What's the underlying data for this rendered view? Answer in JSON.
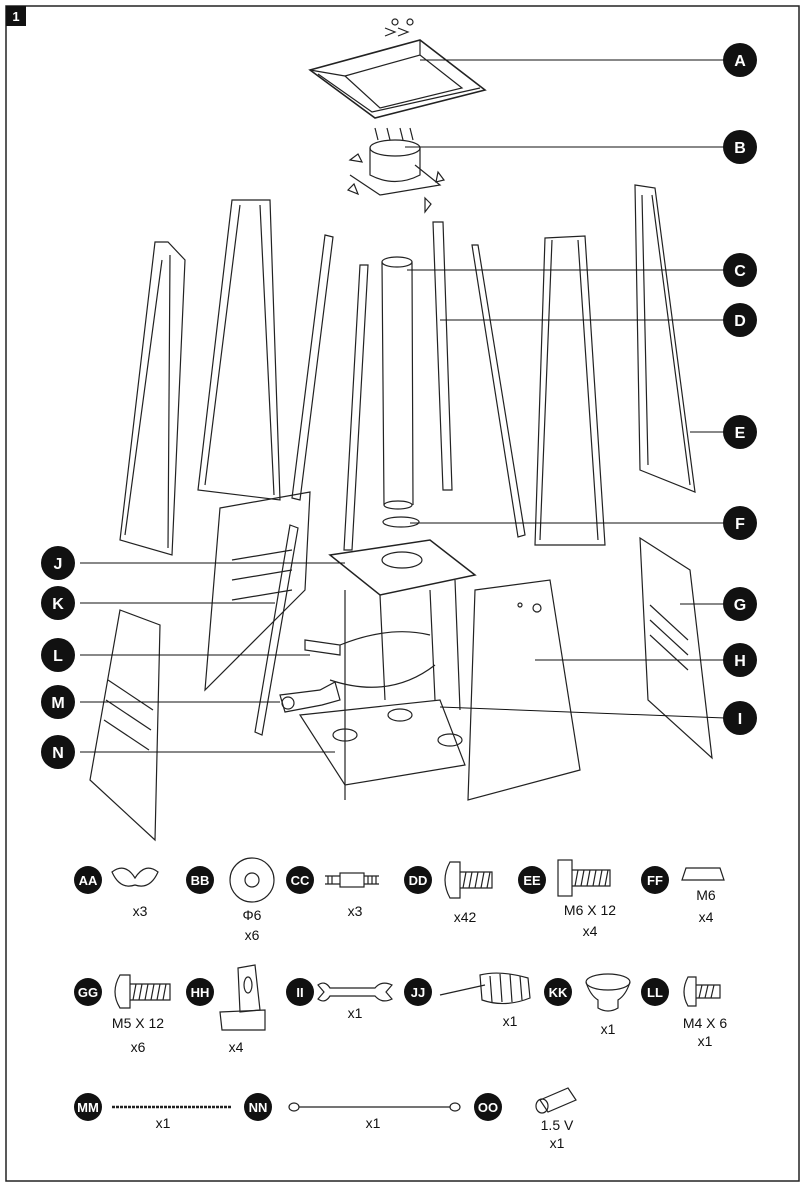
{
  "step_number": "1",
  "callouts": [
    {
      "id": "A"
    },
    {
      "id": "B"
    },
    {
      "id": "C"
    },
    {
      "id": "D"
    },
    {
      "id": "E"
    },
    {
      "id": "F"
    },
    {
      "id": "G"
    },
    {
      "id": "H"
    },
    {
      "id": "I"
    },
    {
      "id": "J"
    },
    {
      "id": "K"
    },
    {
      "id": "L"
    },
    {
      "id": "M"
    },
    {
      "id": "N"
    }
  ],
  "hardware": [
    {
      "tag": "AA",
      "qty": "x3"
    },
    {
      "tag": "BB",
      "size": "Φ6",
      "qty": "x6"
    },
    {
      "tag": "CC",
      "qty": "x3"
    },
    {
      "tag": "DD",
      "qty": "x42"
    },
    {
      "tag": "EE",
      "size": "M6 X 12",
      "qty": "x4"
    },
    {
      "tag": "FF",
      "size": "M6",
      "qty": "x4"
    },
    {
      "tag": "GG",
      "size": "M5 X 12",
      "qty": "x6"
    },
    {
      "tag": "HH",
      "qty": "x4"
    },
    {
      "tag": "II",
      "qty": "x1"
    },
    {
      "tag": "JJ",
      "qty": "x1"
    },
    {
      "tag": "KK",
      "qty": "x1"
    },
    {
      "tag": "LL",
      "size": "M4 X 6",
      "qty": "x1"
    },
    {
      "tag": "MM",
      "qty": "x1"
    },
    {
      "tag": "NN",
      "qty": "x1"
    },
    {
      "tag": "OO",
      "size": "1.5 V",
      "qty": "x1"
    }
  ]
}
